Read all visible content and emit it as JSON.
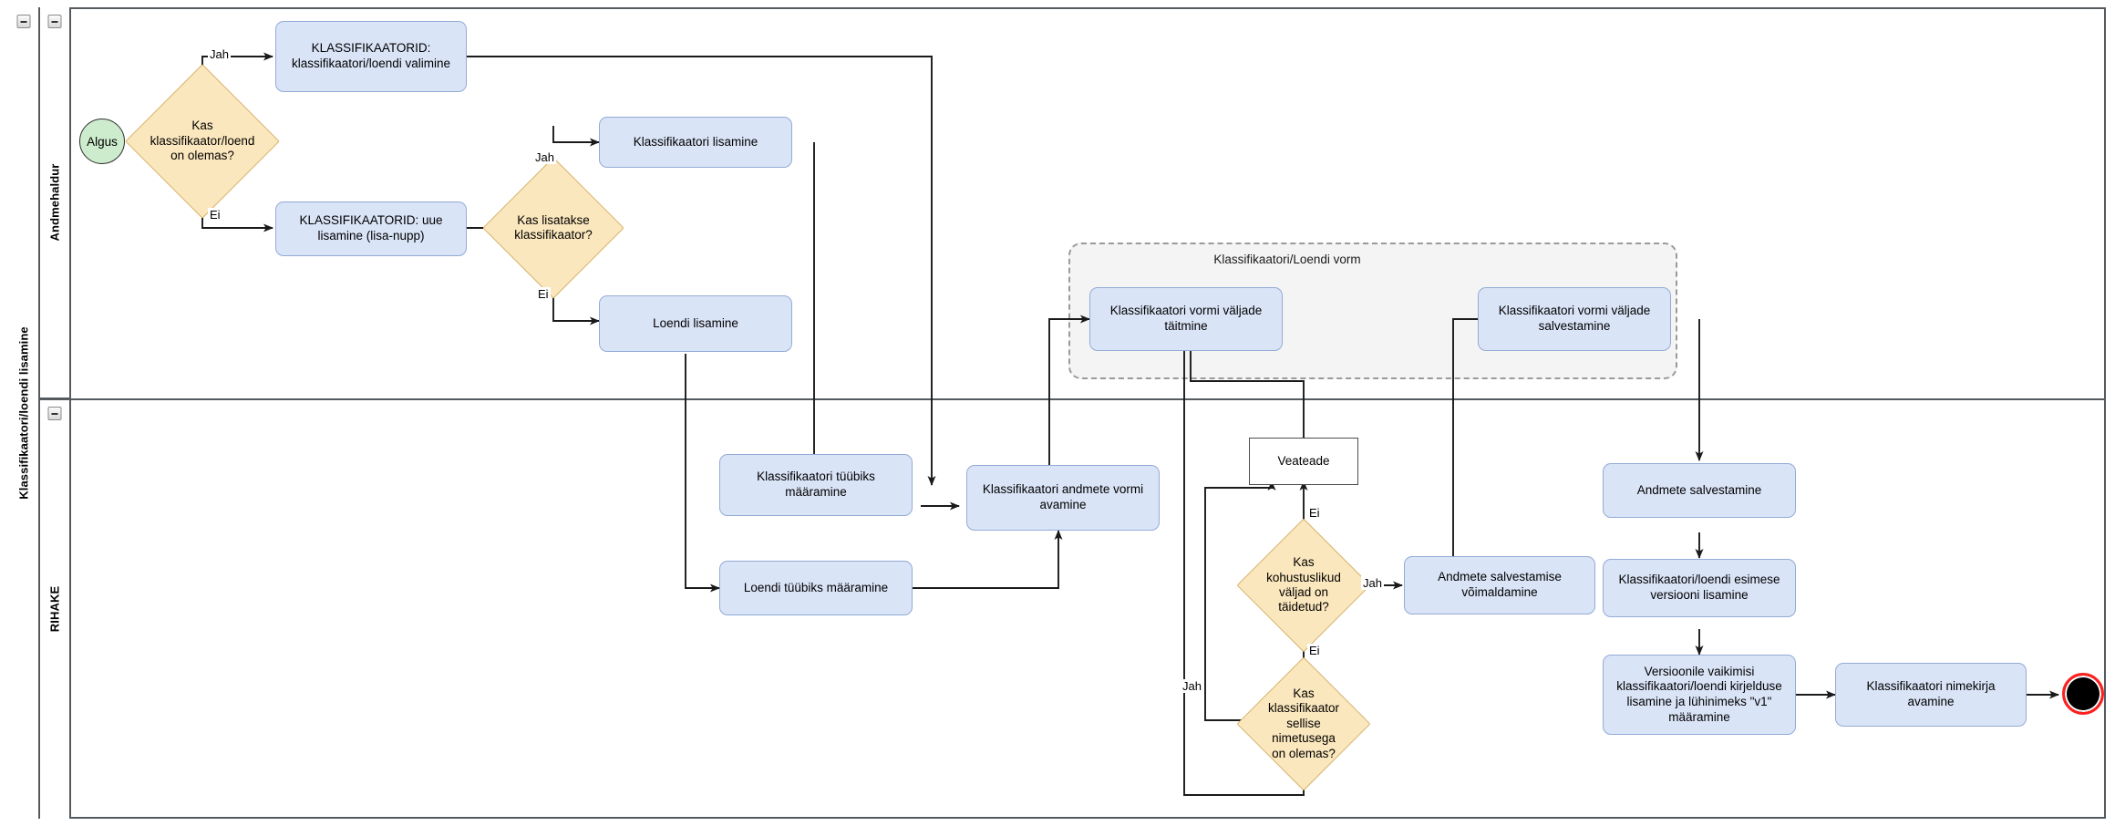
{
  "diagram": {
    "type": "bpmn-flowchart",
    "language": "et",
    "pool": {
      "label": "Klassifikaatori/loendi lisamine"
    },
    "lanes": [
      {
        "id": "lane-andmehaldur",
        "label": "Andmehaldur"
      },
      {
        "id": "lane-rihake",
        "label": "RIHAKE"
      }
    ],
    "group": {
      "label": "Klassifikaatori/Loendi vorm"
    },
    "start_event": {
      "label": "Algus"
    },
    "end_event": {
      "label": ""
    },
    "nodes": {
      "n1": {
        "label": "KLASSIFIKAATORID: klassifikaatori/loendi valimine",
        "type": "task",
        "lane": "lane-andmehaldur"
      },
      "n2": {
        "label": "KLASSIFIKAATORID: uue lisamine (lisa-nupp)",
        "type": "task",
        "lane": "lane-andmehaldur"
      },
      "n3": {
        "label": "Klassifikaatori lisamine",
        "type": "task",
        "lane": "lane-andmehaldur"
      },
      "n4": {
        "label": "Loendi lisamine",
        "type": "task",
        "lane": "lane-andmehaldur"
      },
      "n5": {
        "label": "Klassifikaatori vormi väljade täitmine",
        "type": "task",
        "lane": "lane-andmehaldur"
      },
      "n6": {
        "label": "Klassifikaatori vormi väljade salvestamine",
        "type": "task",
        "lane": "lane-andmehaldur"
      },
      "n7": {
        "label": "Klassifikaatori tüübiks määramine",
        "type": "task",
        "lane": "lane-rihake"
      },
      "n8": {
        "label": "Loendi tüübiks määramine",
        "type": "task",
        "lane": "lane-rihake"
      },
      "n9": {
        "label": "Klassifikaatori andmete vormi avamine",
        "type": "task",
        "lane": "lane-rihake"
      },
      "n10": {
        "label": "Veateade",
        "type": "plain",
        "lane": "lane-rihake"
      },
      "n11": {
        "label": "Andmete salvestamise võimaldamine",
        "type": "task",
        "lane": "lane-rihake"
      },
      "n12": {
        "label": "Andmete salvestamine",
        "type": "task",
        "lane": "lane-rihake"
      },
      "n13": {
        "label": "Klassifikaatori/loendi esimese versiooni lisamine",
        "type": "task",
        "lane": "lane-rihake"
      },
      "n14": {
        "label": "Versioonile vaikimisi klassifikaatori/loendi kirjelduse lisamine ja lühinimeks \"v1\" määramine",
        "type": "task",
        "lane": "lane-rihake"
      },
      "n15": {
        "label": "Klassifikaatori nimekirja avamine",
        "type": "task",
        "lane": "lane-rihake"
      }
    },
    "gateways": {
      "g1": {
        "label": "Kas klassifikaator/loend on olemas?",
        "lines": [
          "Kas",
          "klassifikaator/loend",
          "on olemas?"
        ],
        "lane": "lane-andmehaldur"
      },
      "g2": {
        "label": "Kas lisatakse klassifikaator?",
        "lines": [
          "Kas lisatakse",
          "klassifikaator?"
        ],
        "lane": "lane-andmehaldur"
      },
      "g3": {
        "label": "Kas kohustuslikud väljad on täidetud?",
        "lines": [
          "Kas",
          "kohustuslikud",
          "väljad on",
          "täidetud?"
        ],
        "lane": "lane-rihake"
      },
      "g4": {
        "label": "Kas klassifikaator sellise nimetusega on olemas?",
        "lines": [
          "Kas",
          "klassifikaator",
          "sellise",
          "nimetusega",
          "on olemas?"
        ],
        "lane": "lane-rihake"
      }
    },
    "edge_labels": {
      "g1_yes": "Jah",
      "g1_no": "Ei",
      "g2_yes": "Jah",
      "g2_no": "Ei",
      "g3_yes": "Jah",
      "g3_no": "Ei",
      "g4_yes": "Jah",
      "g4_no": "Ei"
    },
    "colors": {
      "task_fill": "#dae4f7",
      "task_stroke": "#93abd6",
      "gateway_fill": "#fbe7bd",
      "gateway_stroke": "#d6b26a",
      "start_fill": "#cdeccd",
      "end_fill": "#000000",
      "end_stroke": "#ff2020",
      "group_fill": "#f4f4f4",
      "group_stroke": "#9a9a9a",
      "lane_stroke": "#555a5f",
      "edge_stroke": "#1a1a1a"
    }
  }
}
